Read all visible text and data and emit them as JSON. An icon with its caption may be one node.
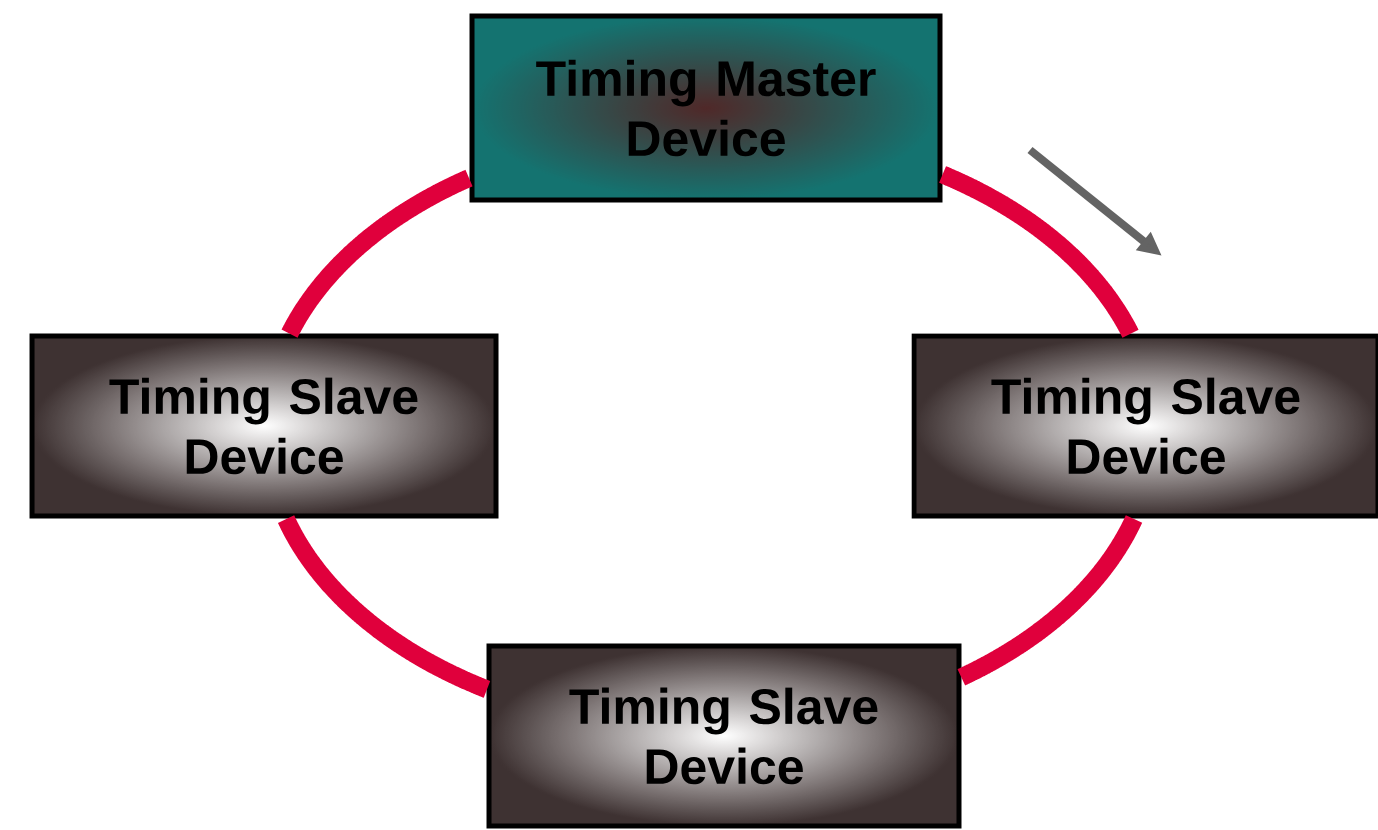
{
  "diagram": {
    "nodes": [
      {
        "text": [
          "Timing Master Device"
        ]
      },
      {
        "text": [
          "Timing Slave Device"
        ]
      },
      {
        "text": [
          "Timing Slave Device"
        ]
      },
      {
        "text": [
          "Timing Slave Device"
        ]
      }
    ],
    "edges": [
      {
        "from": 0,
        "to": 2,
        "arrow": "none"
      },
      {
        "from": 2,
        "to": 3,
        "arrow": "none"
      },
      {
        "from": 3,
        "to": 1,
        "arrow": "none"
      },
      {
        "from": 1,
        "to": 0,
        "arrow": "none"
      }
    ]
  }
}
